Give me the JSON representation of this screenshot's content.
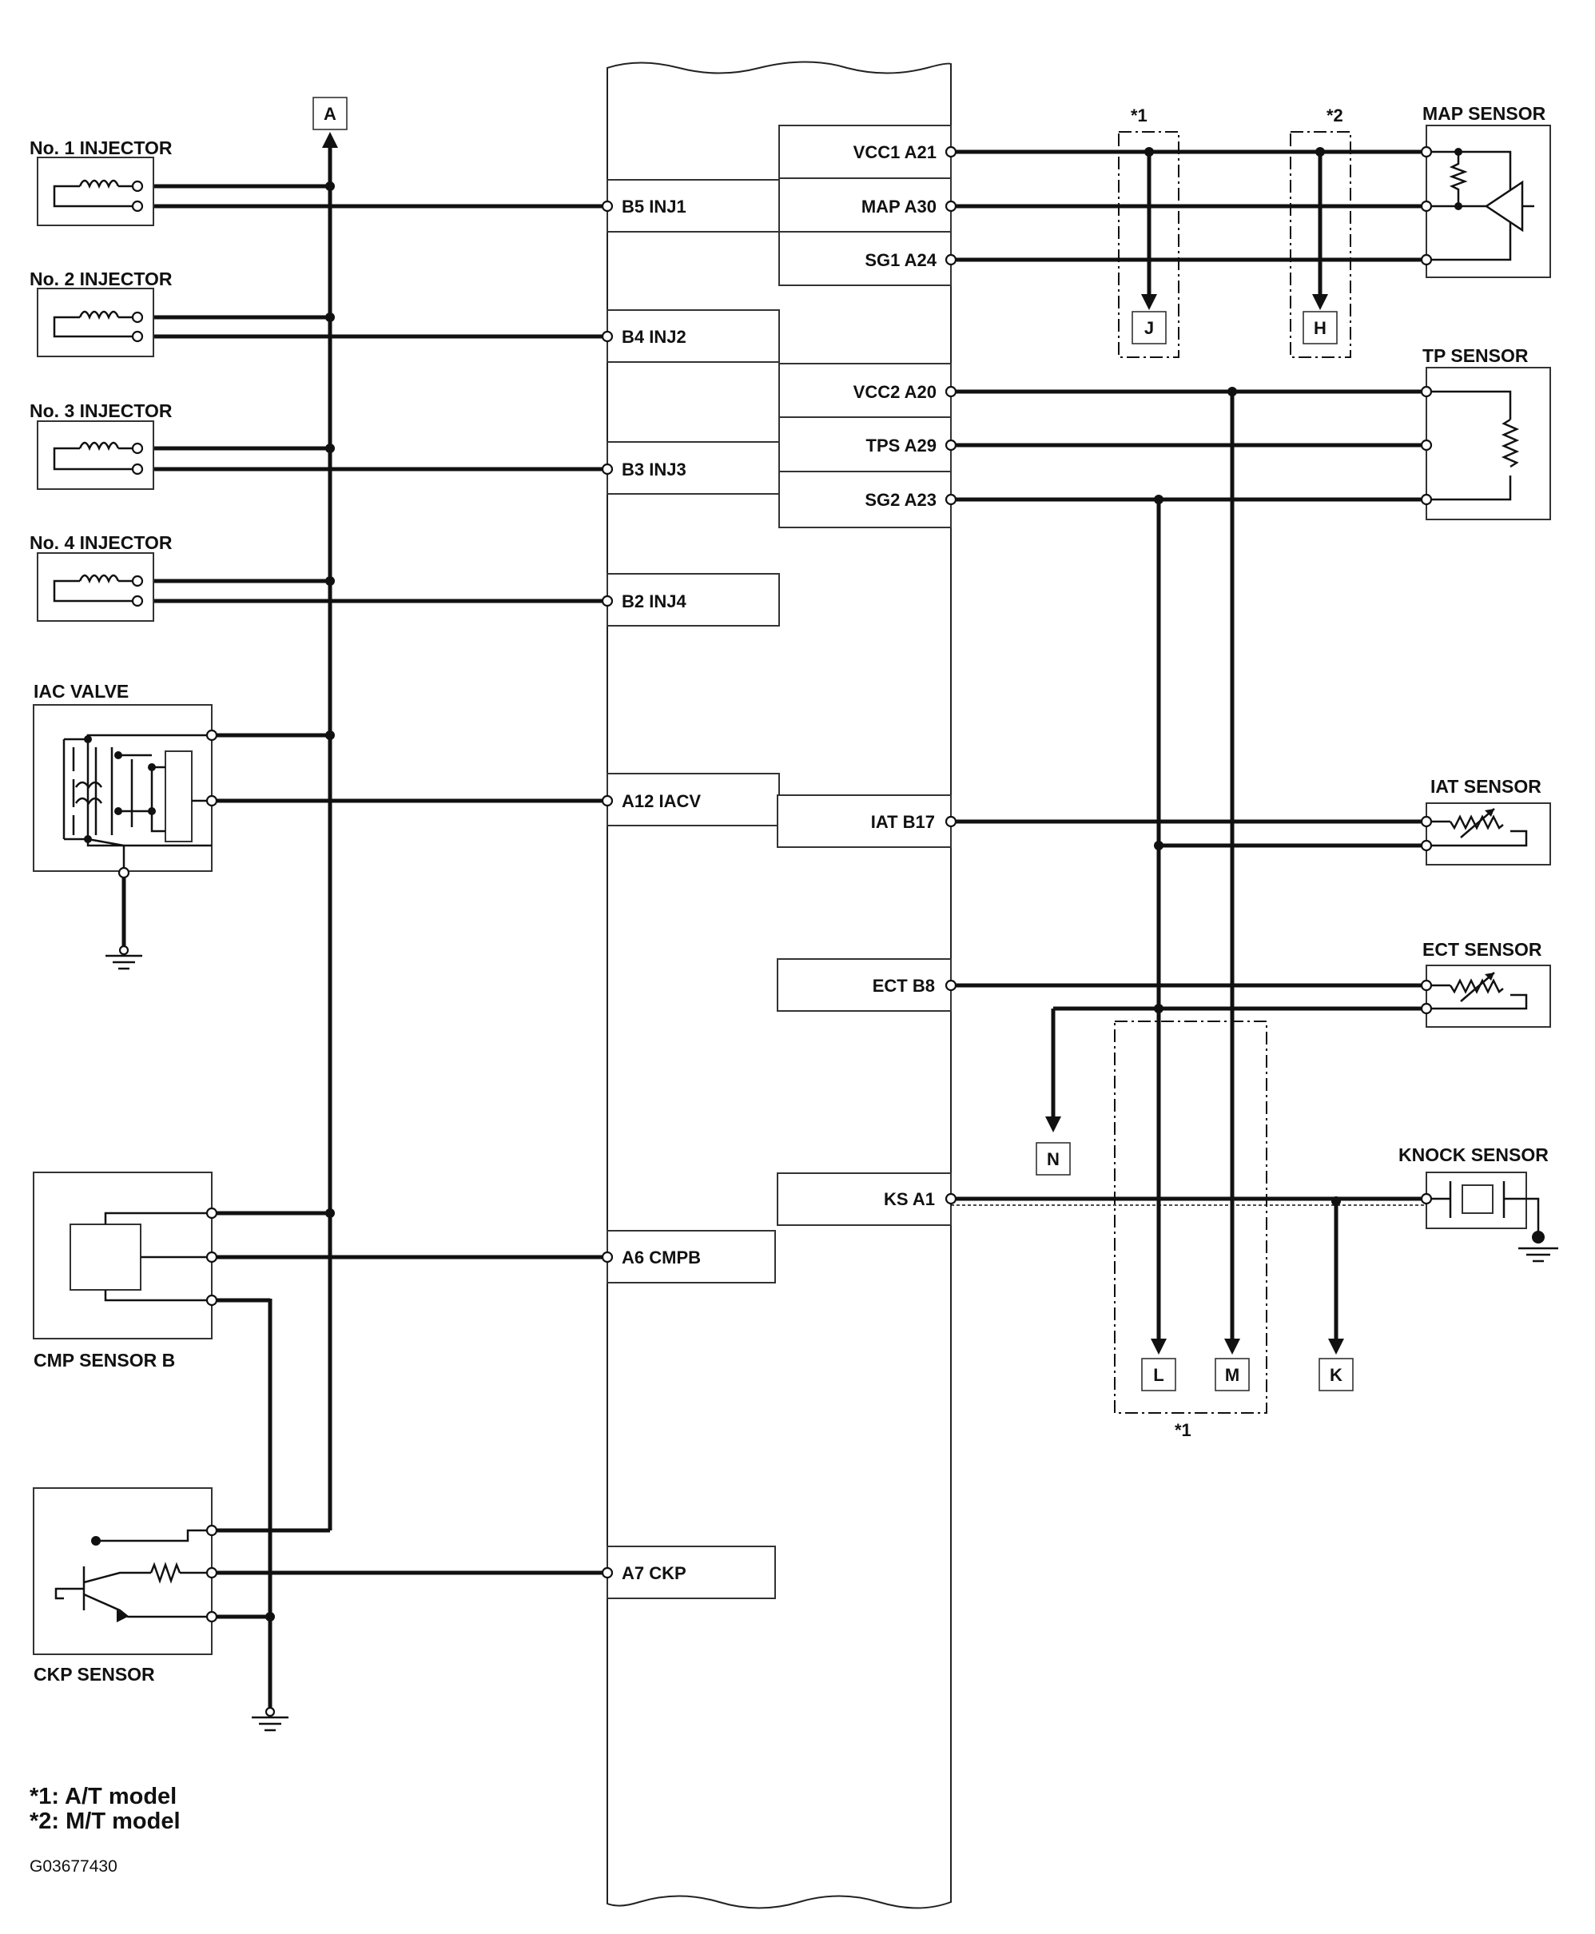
{
  "components": {
    "inj1": "No. 1 INJECTOR",
    "inj2": "No. 2 INJECTOR",
    "inj3": "No. 3 INJECTOR",
    "inj4": "No. 4 INJECTOR",
    "iac": "IAC VALVE",
    "cmp": "CMP SENSOR B",
    "ckp": "CKP SENSOR",
    "map": "MAP SENSOR",
    "tp": "TP SENSOR",
    "iat": "IAT SENSOR",
    "ect": "ECT SENSOR",
    "knock": "KNOCK SENSOR"
  },
  "ecm_pins_left": {
    "b5": "B5 INJ1",
    "b4": "B4 INJ2",
    "b3": "B3 INJ3",
    "b2": "B2 INJ4",
    "a12": "A12 IACV",
    "a6": "A6 CMPB",
    "a7": "A7 CKP"
  },
  "ecm_pins_right": {
    "a21": "VCC1 A21",
    "a30": "MAP A30",
    "a24": "SG1 A24",
    "a20": "VCC2 A20",
    "a29": "TPS A29",
    "a23": "SG2 A23",
    "b17": "IAT B17",
    "b8": "ECT B8",
    "a1": "KS A1"
  },
  "connectors": {
    "a": "A",
    "j": "J",
    "h": "H",
    "n": "N",
    "l": "L",
    "m": "M",
    "k": "K"
  },
  "option_marks": {
    "m1": "*1",
    "m2": "*2",
    "m1b": "*1"
  },
  "notes": {
    "n1": "*1: A/T model",
    "n2": "*2: M/T model"
  },
  "figure_code": "G03677430"
}
